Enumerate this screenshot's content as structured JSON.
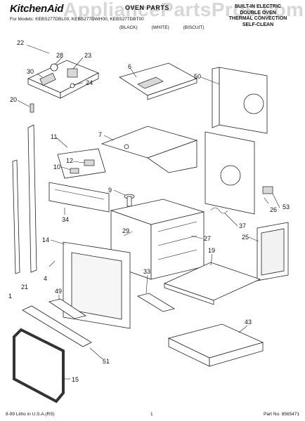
{
  "header": {
    "brand": "KitchenAid",
    "title": "OVEN PARTS",
    "model_line": "For Models: KEBS277DBL00, KEBS277DWH00, KEBS277DBT00",
    "colors": [
      "(BLACK)",
      "(WHITE)",
      "(BISCUIT)"
    ],
    "description": [
      "BUILT-IN ELECTRIC",
      "DOUBLE OVEN",
      "THERMAL CONVECTION",
      "SELF-CLEAN"
    ]
  },
  "watermark": "AppliancePartsPros.com",
  "callouts": {
    "c22": "22",
    "c28": "28",
    "c23": "23",
    "c30": "30",
    "c24": "24",
    "c6": "6",
    "c50": "50",
    "c20": "20",
    "c7": "7",
    "c11": "11",
    "c12": "12",
    "c10": "10",
    "c9": "9",
    "c34": "34",
    "c26": "26",
    "c53": "53",
    "c29": "29",
    "c37": "37",
    "c27": "27",
    "c25": "25",
    "c14": "14",
    "c19": "19",
    "c4": "4",
    "c33": "33",
    "c49": "49",
    "c21": "21",
    "c1": "1",
    "c43": "43",
    "c51": "51",
    "c15": "15"
  },
  "footer": {
    "left": "8-99 Litho in U.S.A.(RS)",
    "page": "1",
    "right": "Part No. 8565471"
  }
}
